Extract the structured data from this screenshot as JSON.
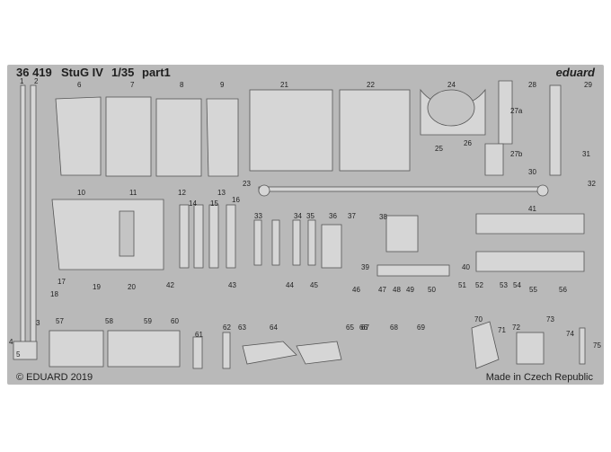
{
  "header": {
    "code": "36 419",
    "model": "StuG IV",
    "scale": "1/35",
    "part": "part1",
    "brand": "eduard"
  },
  "footer": {
    "copyright": "© EDUARD 2019",
    "origin": "Made in Czech Republic"
  },
  "part_numbers": [
    "1",
    "2",
    "3",
    "4",
    "5",
    "6",
    "7",
    "8",
    "9",
    "10",
    "11",
    "12",
    "13",
    "14",
    "15",
    "16",
    "17",
    "18",
    "19",
    "20",
    "21",
    "22",
    "23",
    "24",
    "25",
    "26",
    "27a",
    "27b",
    "28",
    "29",
    "30",
    "31",
    "32",
    "33",
    "34",
    "35",
    "36",
    "37",
    "38",
    "39",
    "40",
    "41",
    "42",
    "43",
    "44",
    "45",
    "46",
    "47",
    "48",
    "49",
    "50",
    "51",
    "52",
    "53",
    "54",
    "55",
    "56",
    "57",
    "58",
    "59",
    "60",
    "61",
    "62",
    "63",
    "64",
    "65",
    "66",
    "67",
    "68",
    "69",
    "70",
    "71",
    "72",
    "73",
    "74",
    "75"
  ],
  "colors": {
    "fret": "#b9b9b9",
    "part": "#d6d6d6",
    "outline": "#555555",
    "text": "#1f1f1f"
  }
}
